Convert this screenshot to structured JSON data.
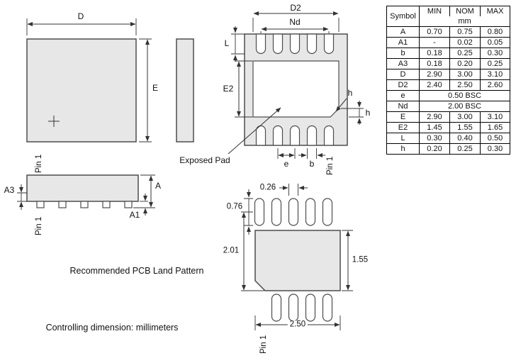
{
  "colors": {
    "body_fill": "#e7e7e7",
    "line": "#333333"
  },
  "views": {
    "top": {
      "dim_d": "D",
      "dim_e": "E"
    },
    "bottom": {
      "dim_d2": "D2",
      "dim_nd": "Nd",
      "dim_l": "L",
      "dim_e2": "E2",
      "dim_h": "h",
      "dim_e": "e",
      "dim_b": "b",
      "exposed_pad": "Exposed Pad"
    },
    "side": {
      "dim_a": "A",
      "dim_a1": "A1",
      "dim_a3": "A3"
    },
    "land_pattern": {
      "caption": "Recommended PCB Land Pattern",
      "dim_pad_width": "0.26",
      "dim_pad_length": "0.76",
      "dim_row_to_edge": "2.01",
      "dim_pad_height": "1.55",
      "dim_pattern_width": "2.50"
    },
    "pin1": "Pin 1"
  },
  "note": "Controlling dimension: millimeters",
  "table": {
    "headers": [
      "Symbol",
      "MIN",
      "NOM",
      "MAX"
    ],
    "unit": "mm",
    "rows": [
      {
        "symbol": "A",
        "min": "0.70",
        "nom": "0.75",
        "max": "0.80"
      },
      {
        "symbol": "A1",
        "min": "-",
        "nom": "0.02",
        "max": "0.05"
      },
      {
        "symbol": "b",
        "min": "0.18",
        "nom": "0.25",
        "max": "0.30"
      },
      {
        "symbol": "A3",
        "min": "0.18",
        "nom": "0.20",
        "max": "0.25"
      },
      {
        "symbol": "D",
        "min": "2.90",
        "nom": "3.00",
        "max": "3.10"
      },
      {
        "symbol": "D2",
        "min": "2.40",
        "nom": "2.50",
        "max": "2.60"
      },
      {
        "symbol": "e",
        "span": "0.50 BSC"
      },
      {
        "symbol": "Nd",
        "span": "2.00 BSC"
      },
      {
        "symbol": "E",
        "min": "2.90",
        "nom": "3.00",
        "max": "3.10"
      },
      {
        "symbol": "E2",
        "min": "1.45",
        "nom": "1.55",
        "max": "1.65"
      },
      {
        "symbol": "L",
        "min": "0.30",
        "nom": "0.40",
        "max": "0.50"
      },
      {
        "symbol": "h",
        "min": "0.20",
        "nom": "0.25",
        "max": "0.30"
      }
    ]
  }
}
